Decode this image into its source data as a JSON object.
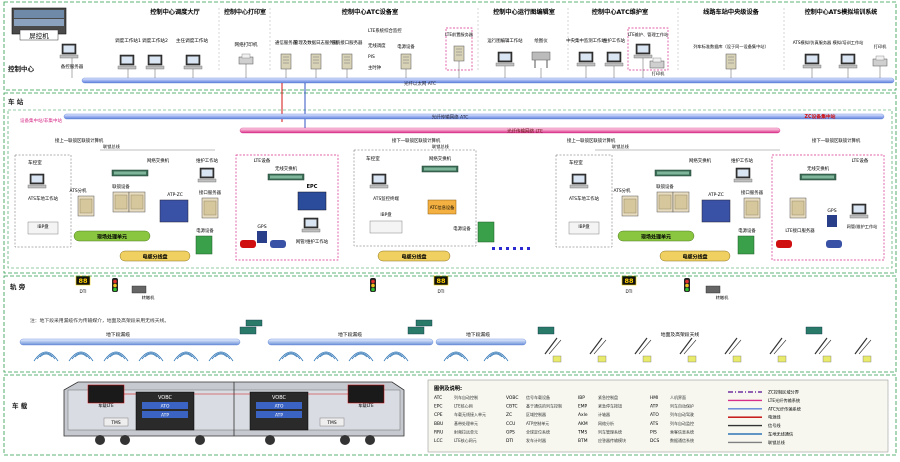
{
  "control_center": {
    "section_label": "控制中心",
    "screen_label": "屏控机",
    "backup_server_label": "备控服务器",
    "bus_label": "光纤以太网 ATC",
    "rooms": [
      {
        "title": "控制中心调度大厅",
        "items": [
          "调度工作站1",
          "调度工作站2",
          "主任调度工作站"
        ]
      },
      {
        "title": "控制中心打印室",
        "items": [
          "网络打印机"
        ]
      },
      {
        "title": "控制中心ATC设备室",
        "items": [
          "通信服务器",
          "管理及数据日志服务器",
          "系统接口服务器",
          "LTE系统综合监控",
          "无线调度",
          "PIS",
          "主时钟",
          "电源设备"
        ]
      },
      {
        "title": "",
        "items": [
          "LTE前置服务器"
        ]
      },
      {
        "title": "控制中心运行图编辑室",
        "items": [
          "运行图编辑工作站",
          "绘图仪"
        ]
      },
      {
        "title": "控制中心ATC维护室",
        "items": [
          "中央集中监测工作站",
          "维护工作站",
          "LTE维护、管理工作站",
          "打印机"
        ]
      },
      {
        "title": "线路车站中央级设备",
        "items": [
          "列车标准数据库（设于同一设备集中站）"
        ]
      },
      {
        "title": "控制中心ATS模拟培训系统",
        "items": [
          "ATS模拟/仿真服务器",
          "模拟/培训工作站",
          "打印机"
        ]
      }
    ]
  },
  "station": {
    "section_label": "车 站",
    "ring1_label": "设备集中站/非集中站",
    "ring2_label": "光纤传输网络 ATC",
    "ring3_label": "光纤传输网络 LTE",
    "zc_label": "ZC设备集中站",
    "interlock_left": "接上一联锁区联锁计算机",
    "interlock_mid": "接下一联锁区联锁计算机",
    "interlock_right_a": "接上一联锁区联锁计算机",
    "interlock_right_b": "接下一联锁区联锁计算机",
    "bus_small": "联锁总线",
    "group_left": {
      "vehicle_control": "车控室",
      "ats_workstation": "ATS车地工作站",
      "ibp": "IBP盘",
      "ats_extension": "ATS分机",
      "interlock": "联锁设备",
      "network_switch": "网络交换机",
      "maintenance": "维护工作站",
      "atp_zc": "ATP-ZC",
      "interface_server": "接口服务器",
      "field_unit": "现场处理单元",
      "power_dist": "电缆分线盘",
      "power": "电源设备"
    },
    "lte_group": {
      "title": "LTE设备",
      "core_switch": "无线交换机",
      "epc": "EPC",
      "net_mgmt": "网管/维护工作站",
      "gps": "GPS",
      "power_dist": "电缆分线盘"
    },
    "mid_group": {
      "vehicle_control": "车控室",
      "ats_monitor": "ATS监控终端",
      "ibp": "IBP盘",
      "network_switch": "网络交换机",
      "interlock_device": "ATC信息设备",
      "power": "电源设备",
      "power_dist": "电缆分线盘"
    },
    "right_lte": {
      "title": "LTE设备",
      "core_switch": "无线交换机",
      "interface": "LTE接口服务器",
      "gps": "GPS",
      "net_mgmt": "网管/维护工作站"
    },
    "dti": "DTI",
    "dti_value": "88",
    "turnout": "转辙机",
    "signal": "信号机"
  },
  "trackside": {
    "section_label": "轨 旁",
    "note": "注：地下段采用漏缆作为传输媒介，地面及高架段采用无线天线。",
    "leaky_left": "地下段漏缆",
    "leaky_mid": "地下段漏缆",
    "leaky_right": "地下段漏缆",
    "antenna": "地面及高架段天线"
  },
  "train": {
    "section_label": "车 载",
    "cab_left": "车载LTE",
    "vobc": "VOBC",
    "ato": "ATO",
    "atp": "ATP",
    "tms": "TMS",
    "cab_right": "车载LTE"
  },
  "legend": {
    "title": "图例及说明:",
    "abbr": [
      [
        "ATC",
        "列车自动控制"
      ],
      [
        "VOBC",
        "信号车载设备"
      ],
      [
        "IBP",
        "紧急控制盘"
      ],
      [
        "HMI",
        "人机界面"
      ],
      [
        "EPC",
        "LTE核心网"
      ],
      [
        "CBTC",
        "基于通信的列车控制"
      ],
      [
        "EMP",
        "紧急停车按钮"
      ],
      [
        "ATP",
        "列车自动保护"
      ],
      [
        "CPE",
        "车载无线接入单元"
      ],
      [
        "ZC",
        "区域控制器"
      ],
      [
        "Axle",
        "计轴器"
      ],
      [
        "ATO",
        "列车自动驾驶"
      ],
      [
        "BBU",
        "基带处理单元"
      ],
      [
        "CCU",
        "ATP控制单元"
      ],
      [
        "AKM",
        "网络分析"
      ],
      [
        "ATS",
        "列车自动监控"
      ],
      [
        "RRU",
        "射频拉远单元"
      ],
      [
        "GPS",
        "全球定位系统"
      ],
      [
        "TMS",
        "列车管理系统"
      ],
      [
        "PIS",
        "乘客信息系统"
      ],
      [
        "LCC",
        "LTE核心网元"
      ],
      [
        "DTI",
        "发车计时器"
      ],
      [
        "BTM",
        "应答器传输模块"
      ],
      [
        "DCS",
        "数据通信系统"
      ]
    ],
    "lines": [
      {
        "label": "ZC控制区域分界",
        "color": "#7030a0"
      },
      {
        "label": "LTE光纤传输系统",
        "color": "#d62d8a"
      },
      {
        "label": "ATC光纤传输系统",
        "color": "#5b7fd6"
      },
      {
        "label": "电源线",
        "color": "#c00000"
      },
      {
        "label": "信号线",
        "color": "#333333"
      },
      {
        "label": "车地无线通信",
        "color": "#2f75b5"
      },
      {
        "label": "联锁总线",
        "color": "#808080"
      }
    ]
  },
  "colors": {
    "atc_bus": "#5b7fd6",
    "lte_bus": "#e05a9a",
    "red_line": "#d01010",
    "section_border": "#2a9a4a",
    "station_fill": "#f2f7ff"
  }
}
